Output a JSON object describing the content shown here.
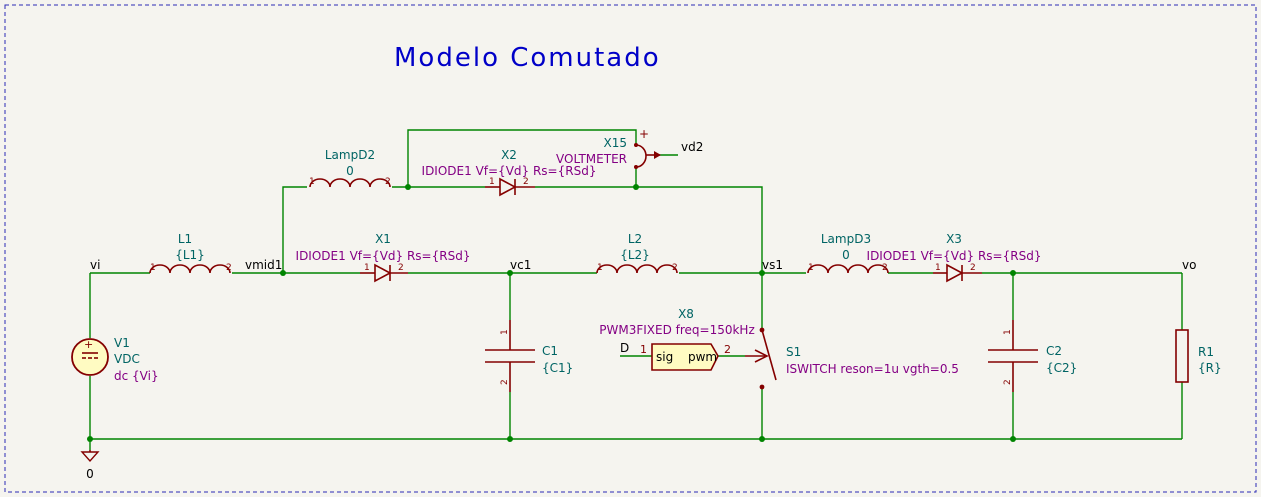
{
  "title": "Modelo Comutado",
  "components": {
    "L1": {
      "ref": "L1",
      "value": "{L1}",
      "pin1": "1",
      "pin2": "2"
    },
    "LampD2": {
      "ref": "LampD2",
      "value": "0",
      "pin1": "1",
      "pin2": "2"
    },
    "L2": {
      "ref": "L2",
      "value": "{L2}",
      "pin1": "1",
      "pin2": "2"
    },
    "LampD3": {
      "ref": "LampD3",
      "value": "0",
      "pin1": "1",
      "pin2": "2"
    },
    "X1": {
      "ref": "X1",
      "model": "IDIODE1 Vf={Vd} Rs={RSd}",
      "pin1": "1",
      "pin2": "2"
    },
    "X2": {
      "ref": "X2",
      "model": "IDIODE1 Vf={Vd} Rs={RSd}",
      "pin1": "1",
      "pin2": "2"
    },
    "X3": {
      "ref": "X3",
      "model": "IDIODE1 Vf={Vd} Rs={RSd}",
      "pin1": "1",
      "pin2": "2"
    },
    "X15": {
      "ref": "X15",
      "value": "VOLTMETER",
      "plus": "+"
    },
    "C1": {
      "ref": "C1",
      "value": "{C1}",
      "pin1": "1",
      "pin2": "2"
    },
    "C2": {
      "ref": "C2",
      "value": "{C2}",
      "pin1": "1",
      "pin2": "2"
    },
    "R1": {
      "ref": "R1",
      "value": "{R}"
    },
    "V1": {
      "ref": "V1",
      "value": "VDC",
      "param": "dc {Vi}",
      "plus": "+"
    },
    "X8": {
      "ref": "X8",
      "model": "PWM3FIXED freq=150kHz",
      "in_label": "sig",
      "out_label": "pwm",
      "pin1": "1",
      "pin2": "2"
    },
    "S1": {
      "ref": "S1",
      "model": "ISWITCH reson=1u vgth=0.5"
    }
  },
  "nets": {
    "vi": "vi",
    "vmid1": "vmid1",
    "vc1": "vc1",
    "vs1": "vs1",
    "vo": "vo",
    "vd2": "vd2",
    "D": "D",
    "gnd": "0"
  },
  "colors": {
    "wire": "#008400",
    "body": "#840000",
    "reference": "#006464",
    "model": "#840084",
    "title": "#0000c8",
    "border": "#2a2ab4"
  }
}
